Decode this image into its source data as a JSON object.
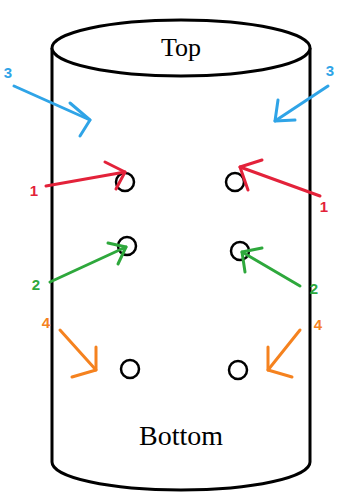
{
  "diagram": {
    "labels": [
      "Top",
      "Bottom",
      "3",
      "3",
      "1",
      "1",
      "2",
      "2",
      "4",
      "4"
    ]
  }
}
